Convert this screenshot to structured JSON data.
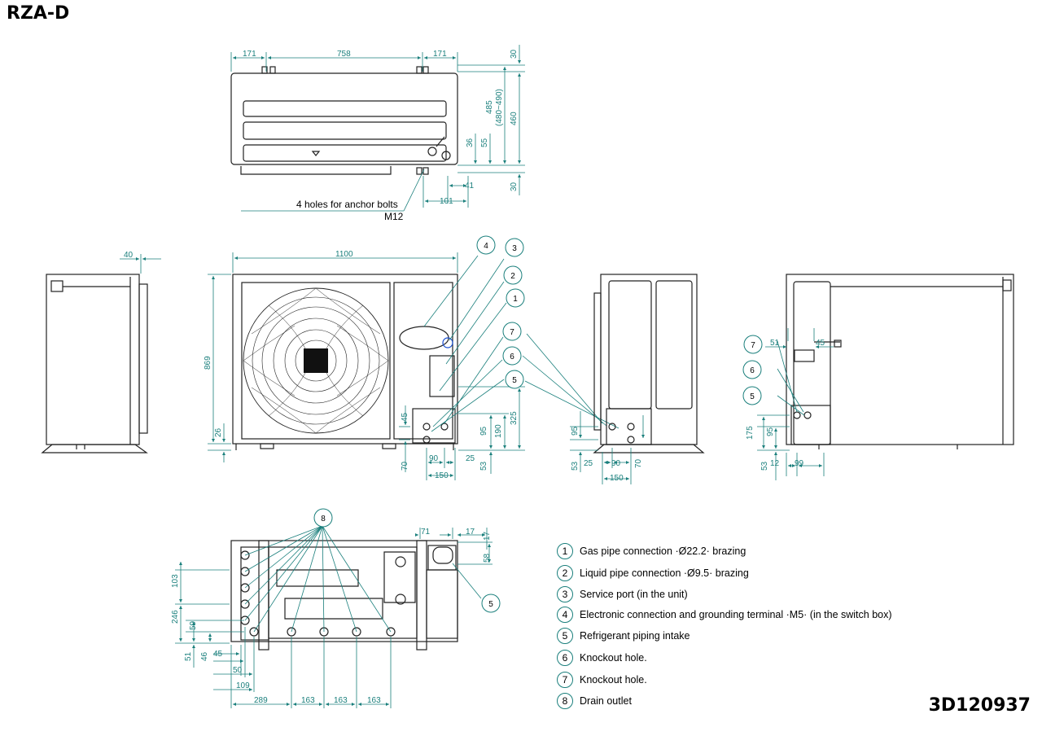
{
  "model": "RZA-D",
  "document_number": "3D120937",
  "top_view": {
    "anchor_note": "4 holes for anchor bolts",
    "bolt_size": "M12",
    "dims": {
      "left": "171",
      "middle": "758",
      "right": "171",
      "top": "30",
      "depth": "485",
      "depth_range": "(480~490)",
      "inner": "460",
      "bottom": "30",
      "d36": "36",
      "d55": "55",
      "d41": "41",
      "d101": "101"
    }
  },
  "left_view": {
    "dims": {
      "protrusion": "40"
    }
  },
  "front_view": {
    "dims": {
      "width": "1100",
      "height": "869",
      "base": "26",
      "d45": "45",
      "d70": "70",
      "d90": "90",
      "d25": "25",
      "d150": "150",
      "d53": "53",
      "d95": "95",
      "d190": "190",
      "d325": "325"
    },
    "callouts": [
      "4",
      "3",
      "2",
      "1",
      "7",
      "6",
      "5"
    ]
  },
  "right_view": {
    "dims": {
      "d95": "95",
      "d53": "53",
      "d25": "25",
      "d90": "90",
      "d70": "70",
      "d150": "150"
    }
  },
  "rear_view": {
    "dims": {
      "d51": "51",
      "d45": "45",
      "d175": "175",
      "d95": "95",
      "d53": "53",
      "d12": "12",
      "d99": "99"
    },
    "callouts": [
      "7",
      "6",
      "5"
    ]
  },
  "bottom_view": {
    "dims": {
      "d71": "71",
      "d17a": "17",
      "d17b": "17",
      "d58": "58",
      "d103": "103",
      "d246": "246",
      "d59": "59",
      "d51": "51",
      "d46": "46",
      "d45": "45",
      "d50": "50",
      "d109": "109",
      "d289": "289",
      "d163a": "163",
      "d163b": "163",
      "d163c": "163"
    },
    "callouts": [
      "8",
      "5"
    ]
  },
  "legend": [
    {
      "num": "1",
      "text": "Gas pipe connection ·Ø22.2· brazing"
    },
    {
      "num": "2",
      "text": "Liquid pipe connection ·Ø9.5· brazing"
    },
    {
      "num": "3",
      "text": "Service port (in the unit)"
    },
    {
      "num": "4",
      "text": "Electronic connection and grounding terminal ·M5· (in the switch box)"
    },
    {
      "num": "5",
      "text": "Refrigerant piping intake"
    },
    {
      "num": "6",
      "text": "Knockout hole."
    },
    {
      "num": "7",
      "text": "Knockout hole."
    },
    {
      "num": "8",
      "text": "Drain outlet"
    }
  ]
}
